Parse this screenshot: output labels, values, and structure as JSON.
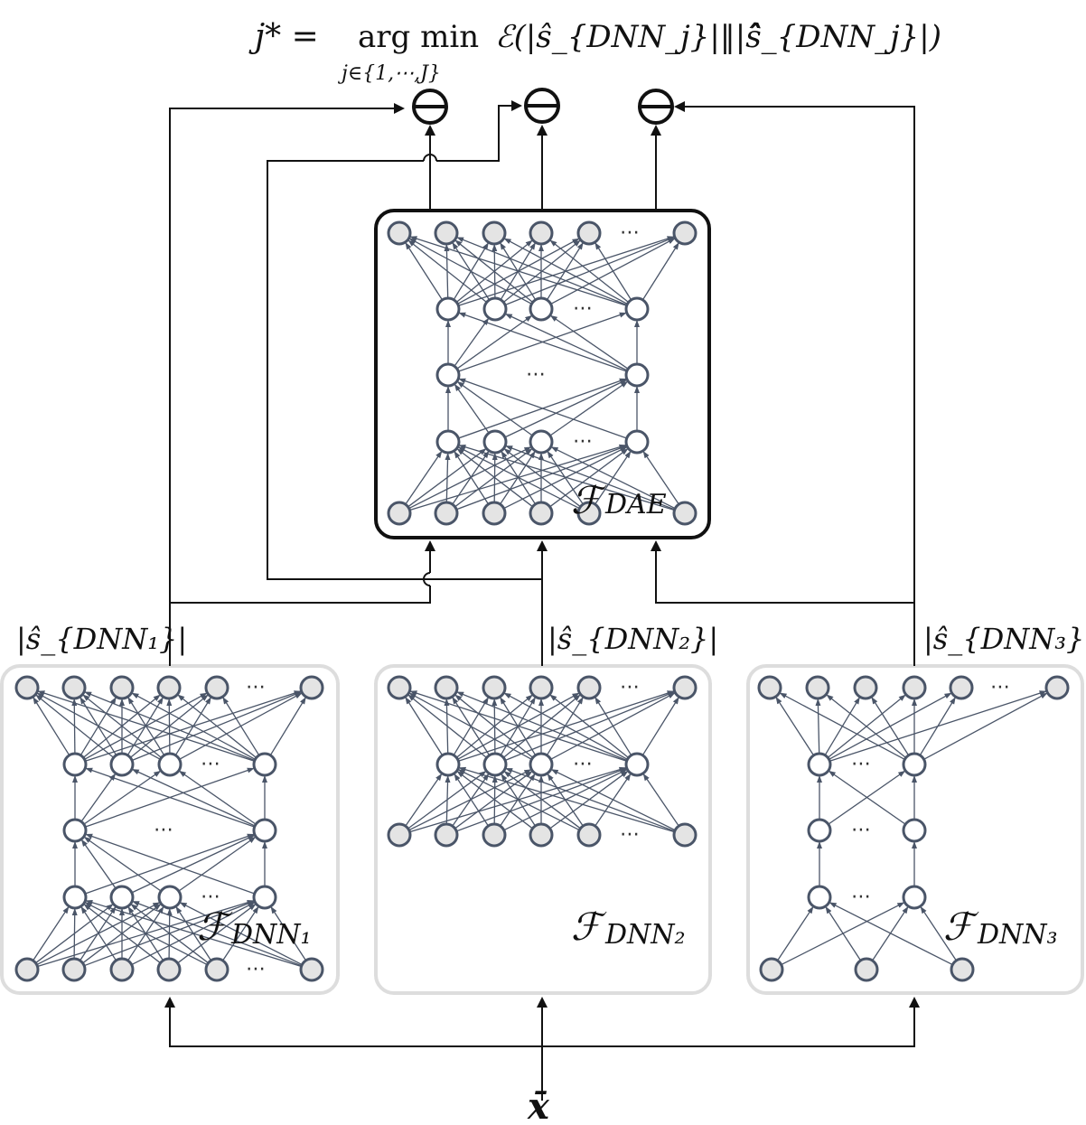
{
  "formula": {
    "lhs": "j* = ",
    "op": "arg min",
    "subscript": "j∈{1,⋯,J}",
    "rhs": "ℰ(|ŝ_{DNN_j}|‖|ŝ̂_{DNN_j}|)"
  },
  "labels": {
    "dae": {
      "main": "ℱ",
      "sub": "DAE"
    },
    "dnn1": {
      "main": "ℱ",
      "sub": "DNN₁"
    },
    "dnn2": {
      "main": "ℱ",
      "sub": "DNN₂"
    },
    "dnn3": {
      "main": "ℱ",
      "sub": "DNN₃"
    }
  },
  "outputs": {
    "dnn1": "|ŝ_{DNN₁}|",
    "dnn2": "|ŝ_{DNN₂}|",
    "dnn3": "|ŝ_{DNN₃}|"
  },
  "input": "x̄",
  "ellipsis": "⋯",
  "colors": {
    "node_stroke": "#4a5568",
    "node_fill_gray": "#e4e4e4",
    "node_fill_white": "#ffffff",
    "edge": "#4a5568",
    "box_border_light": "#dddddd",
    "box_border_dark": "#111111",
    "arrow": "#111111"
  }
}
